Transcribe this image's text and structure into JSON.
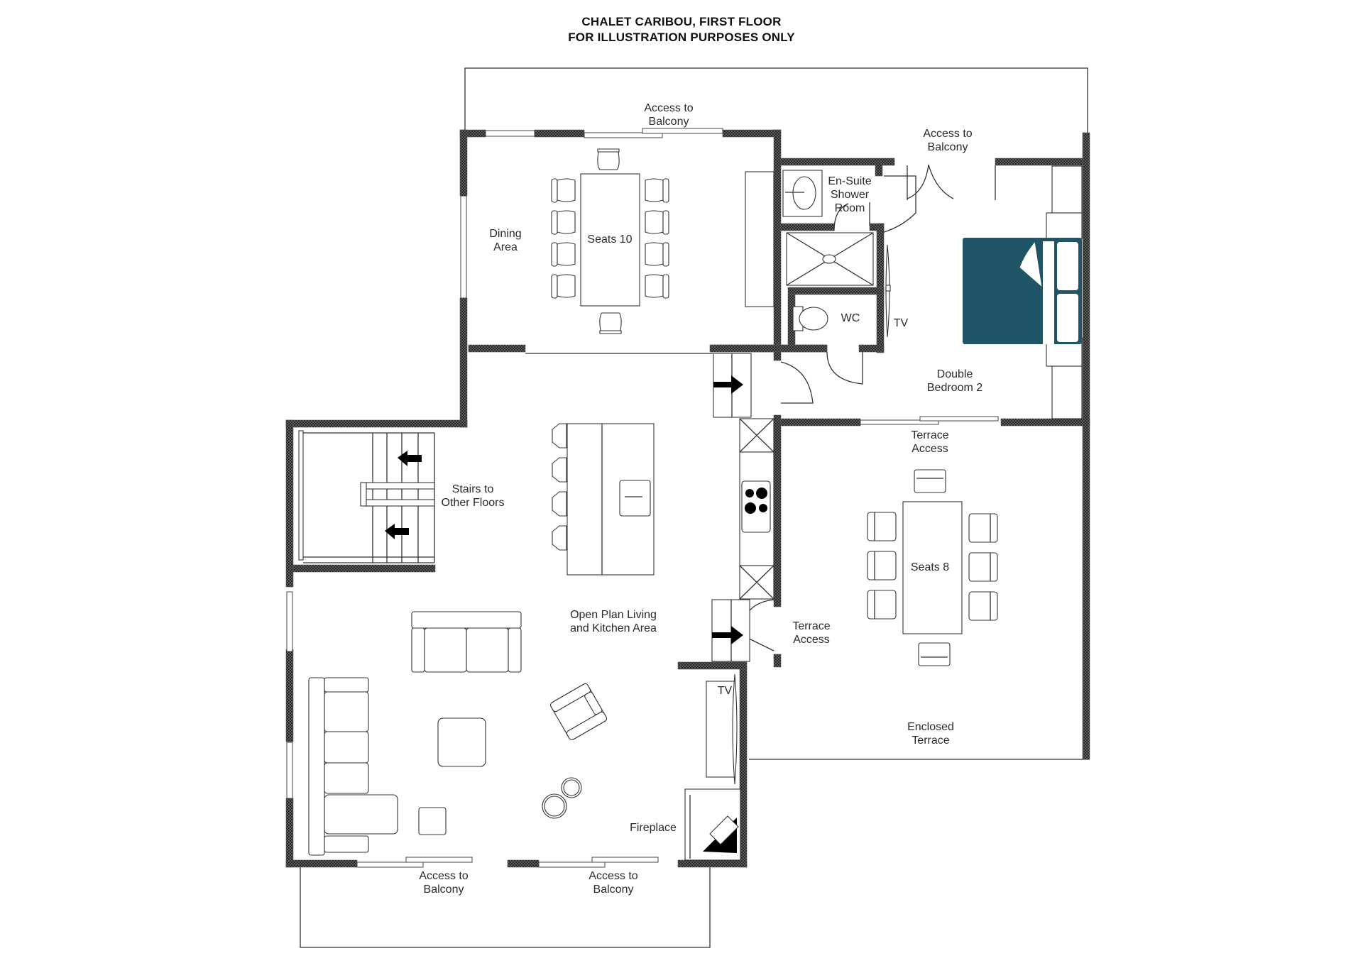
{
  "header": {
    "title_line1": "CHALET CARIBOU, FIRST FLOOR",
    "title_line2": "FOR ILLUSTRATION PURPOSES ONLY"
  },
  "colors": {
    "wall": "#3a3a3a",
    "bed": "#1f5566",
    "line": "#333333",
    "background": "#ffffff"
  },
  "rooms": {
    "dining": {
      "label": "Dining\nArea",
      "table_label": "Seats 10",
      "seats": 10
    },
    "ensuite": {
      "label": "En-Suite\nShower\nRoom"
    },
    "wc": {
      "label": "WC"
    },
    "bedroom": {
      "label": "Double\nBedroom 2",
      "tv_label": "TV"
    },
    "stairs": {
      "label": "Stairs to\nOther Floors"
    },
    "living": {
      "label": "Open Plan Living\nand Kitchen Area",
      "tv_label": "TV",
      "fireplace_label": "Fireplace"
    },
    "terrace": {
      "label": "Enclosed\nTerrace",
      "table_label": "Seats 8",
      "seats": 8
    }
  },
  "access_labels": {
    "dining_balcony": "Access to\nBalcony",
    "bedroom_balcony": "Access to\nBalcony",
    "bedroom_terrace": "Terrace\nAccess",
    "living_terrace": "Terrace\nAccess",
    "living_balcony_left": "Access to\nBalcony",
    "living_balcony_right": "Access to\nBalcony"
  }
}
